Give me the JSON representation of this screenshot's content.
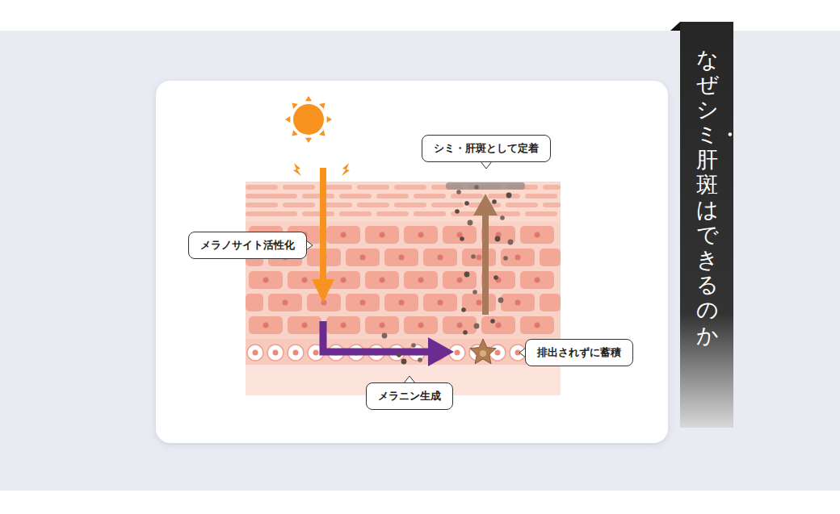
{
  "diagram": {
    "title": "なぜシミ・肝斑はできるのか",
    "nodes": [
      {
        "text": [
          "シミ・肝斑として定着"
        ]
      },
      {
        "text": [
          "メラノサイト活性化"
        ]
      },
      {
        "text": [
          "排出されずに蓄積"
        ]
      },
      {
        "text": [
          "メラニン生成"
        ]
      }
    ]
  }
}
